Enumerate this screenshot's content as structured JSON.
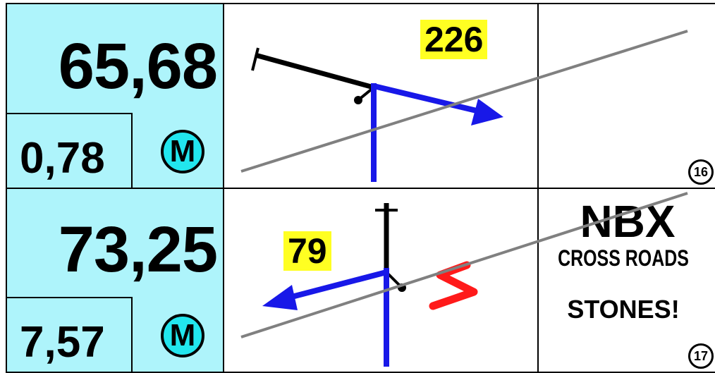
{
  "rows": [
    {
      "total_distance": "65,68",
      "partial_distance": "0,78",
      "marker_label": "M",
      "heading": "226",
      "note_title": "",
      "note_line1": "",
      "note_line2": "",
      "box_number": "16"
    },
    {
      "total_distance": "73,25",
      "partial_distance": "7,57",
      "marker_label": "M",
      "heading": "79",
      "note_title": "NBX",
      "note_line1": "CROSS ROADS",
      "note_line2": "STONES!",
      "box_number": "17"
    }
  ],
  "colors": {
    "distance_cell": "#aef4fb",
    "marker_fill": "#22e6ee",
    "heading_highlight": "#ffff22",
    "route_arrow": "#1818e8",
    "hazard": "#ff1a1a",
    "strike_line": "#808080"
  }
}
